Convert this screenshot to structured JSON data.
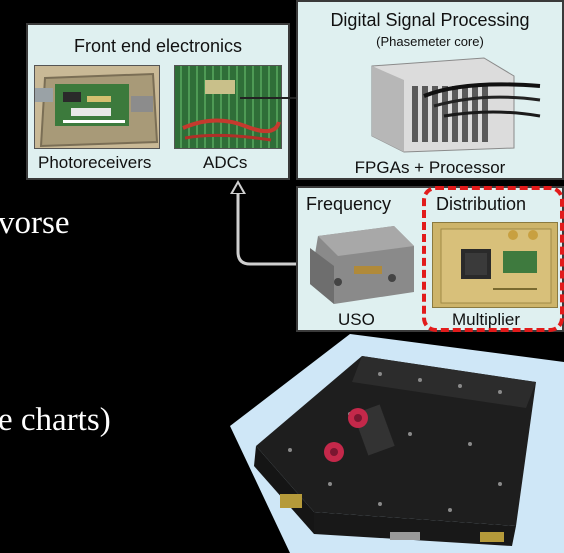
{
  "front_end": {
    "title": "Front end electronics",
    "label_left": "Photoreceivers",
    "label_right": "ADCs"
  },
  "dsp": {
    "title": "Digital Signal Processing",
    "subtitle": "(Phasemeter core)",
    "label": "FPGAs + Processor"
  },
  "freq": {
    "title_left": "Frequency",
    "title_right": "Distribution",
    "label_left": "USO",
    "label_right": "Multiplier"
  },
  "background_text": {
    "line1": "vorse",
    "line2": "e charts)"
  },
  "colors": {
    "panel_bg": "#dff0f0",
    "highlight": "#e21b1b",
    "page_bg": "#000000",
    "text": "#111111"
  }
}
